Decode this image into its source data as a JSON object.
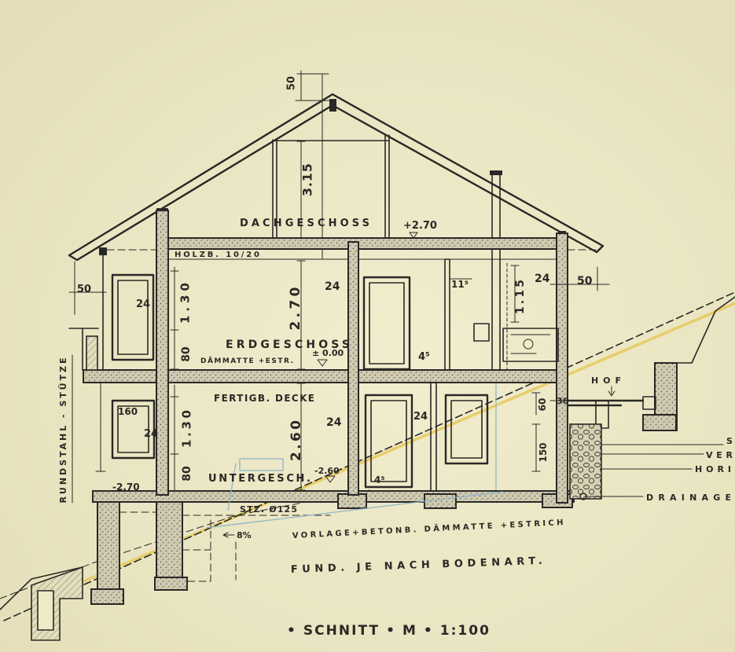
{
  "drawing_title": "• SCHNITT • M • 1:100",
  "floors": {
    "attic": {
      "name": "DACHGESCHOSS",
      "level": "+2.70",
      "clear_height": "3.15"
    },
    "ground": {
      "name": "ERDGESCHOSS",
      "level": "± 0.00",
      "storey_height": "2.70",
      "floor_build_up": "DÄMMATTE +ESTR."
    },
    "basement": {
      "name": "UNTERGESCH.",
      "level": "-2.60",
      "storey_height": "2.60"
    }
  },
  "structure": {
    "attic_floor_beams": "HOLZB. 10/20",
    "slab": "FERTIGB. DECKE",
    "column": "RUNDSTAHL - STÜTZE",
    "column_size": "STZ. Ø125",
    "foundation_level": "-2.70",
    "slope": "8%",
    "base_build_up": "VORLAGE+BETONB. DÄMMATTE +ESTRICH",
    "foundation_note": "FUND. JE NACH BODENART."
  },
  "dimensions": {
    "ridge_top": "50",
    "eave_left": "50",
    "eave_right": "50",
    "eg_wall_left": "24",
    "eg_wall_middle": "24",
    "eg_wall_right": "24",
    "eg_partition": "11⁵",
    "eg_window_height": "1.30",
    "eg_parapet": "80",
    "eg_right_window_height": "1.15",
    "eg_offset": "4⁵",
    "ug_window_width": "160",
    "ug_wall_left": "24",
    "ug_window_height": "1.30",
    "ug_parapet": "80",
    "ug_wall_middle": "24",
    "ug_partition": "24",
    "ug_offset": "4⁵",
    "yard_step": "60",
    "yard_wall": "36",
    "yard_height": "150"
  },
  "site": {
    "yard": "HOF",
    "drainage": "DRAINAGE",
    "edge_labels": [
      "S",
      "VER",
      "HORI"
    ]
  },
  "colors": {
    "paper": "#eeeac8",
    "ink": "#2a2826",
    "highlighter": "#e6c95a",
    "pencil_blue": "#8fb4c4"
  }
}
